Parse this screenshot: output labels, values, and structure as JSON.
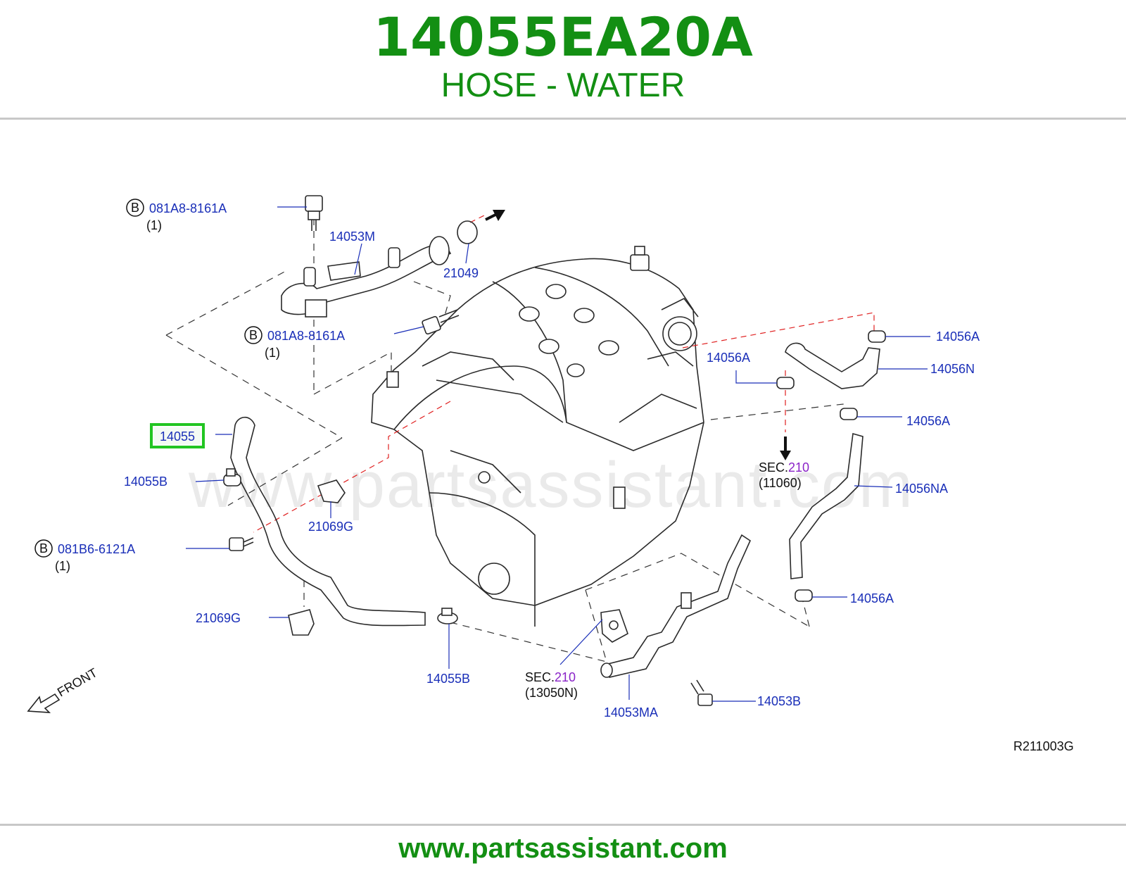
{
  "header": {
    "part_number": "14055EA20A",
    "part_name": "HOSE - WATER"
  },
  "watermark": "www.partsassistant.com",
  "diagram": {
    "front_label": "FRONT",
    "ref_code": "R211003G",
    "callouts": {
      "bolt_081A8_top": {
        "badge": "B",
        "code": "081A8-8161A",
        "qty": "(1)"
      },
      "bolt_081A8_mid": {
        "badge": "B",
        "code": "081A8-8161A",
        "qty": "(1)"
      },
      "bolt_081B6": {
        "badge": "B",
        "code": "081B6-6121A",
        "qty": "(1)"
      },
      "p14053M": "14053M",
      "p21049": "21049",
      "p14055": "14055",
      "p14055B_left": "14055B",
      "p21069G_upper": "21069G",
      "p21069G_lower": "21069G",
      "p14055B_bottom": "14055B",
      "sec210_bottom": {
        "prefix": "SEC.",
        "num": "210",
        "sub": "(13050N)"
      },
      "p14053MA": "14053MA",
      "p14053B": "14053B",
      "p14056A_top_right": "14056A",
      "p14056A_top_left": "14056A",
      "p14056N": "14056N",
      "sec210_right": {
        "prefix": "SEC.",
        "num": "210",
        "sub": "(11060)"
      },
      "p14056A_mid": "14056A",
      "p14056NA": "14056NA",
      "p14056A_bottom": "14056A"
    }
  },
  "footer": {
    "url": "www.partsassistant.com"
  },
  "colors": {
    "brand_green": "#138f13",
    "label_blue": "#1a2fb8",
    "sec_purple": "#8a23c8",
    "highlight_green": "#22c522",
    "guide_red": "#e02020"
  }
}
